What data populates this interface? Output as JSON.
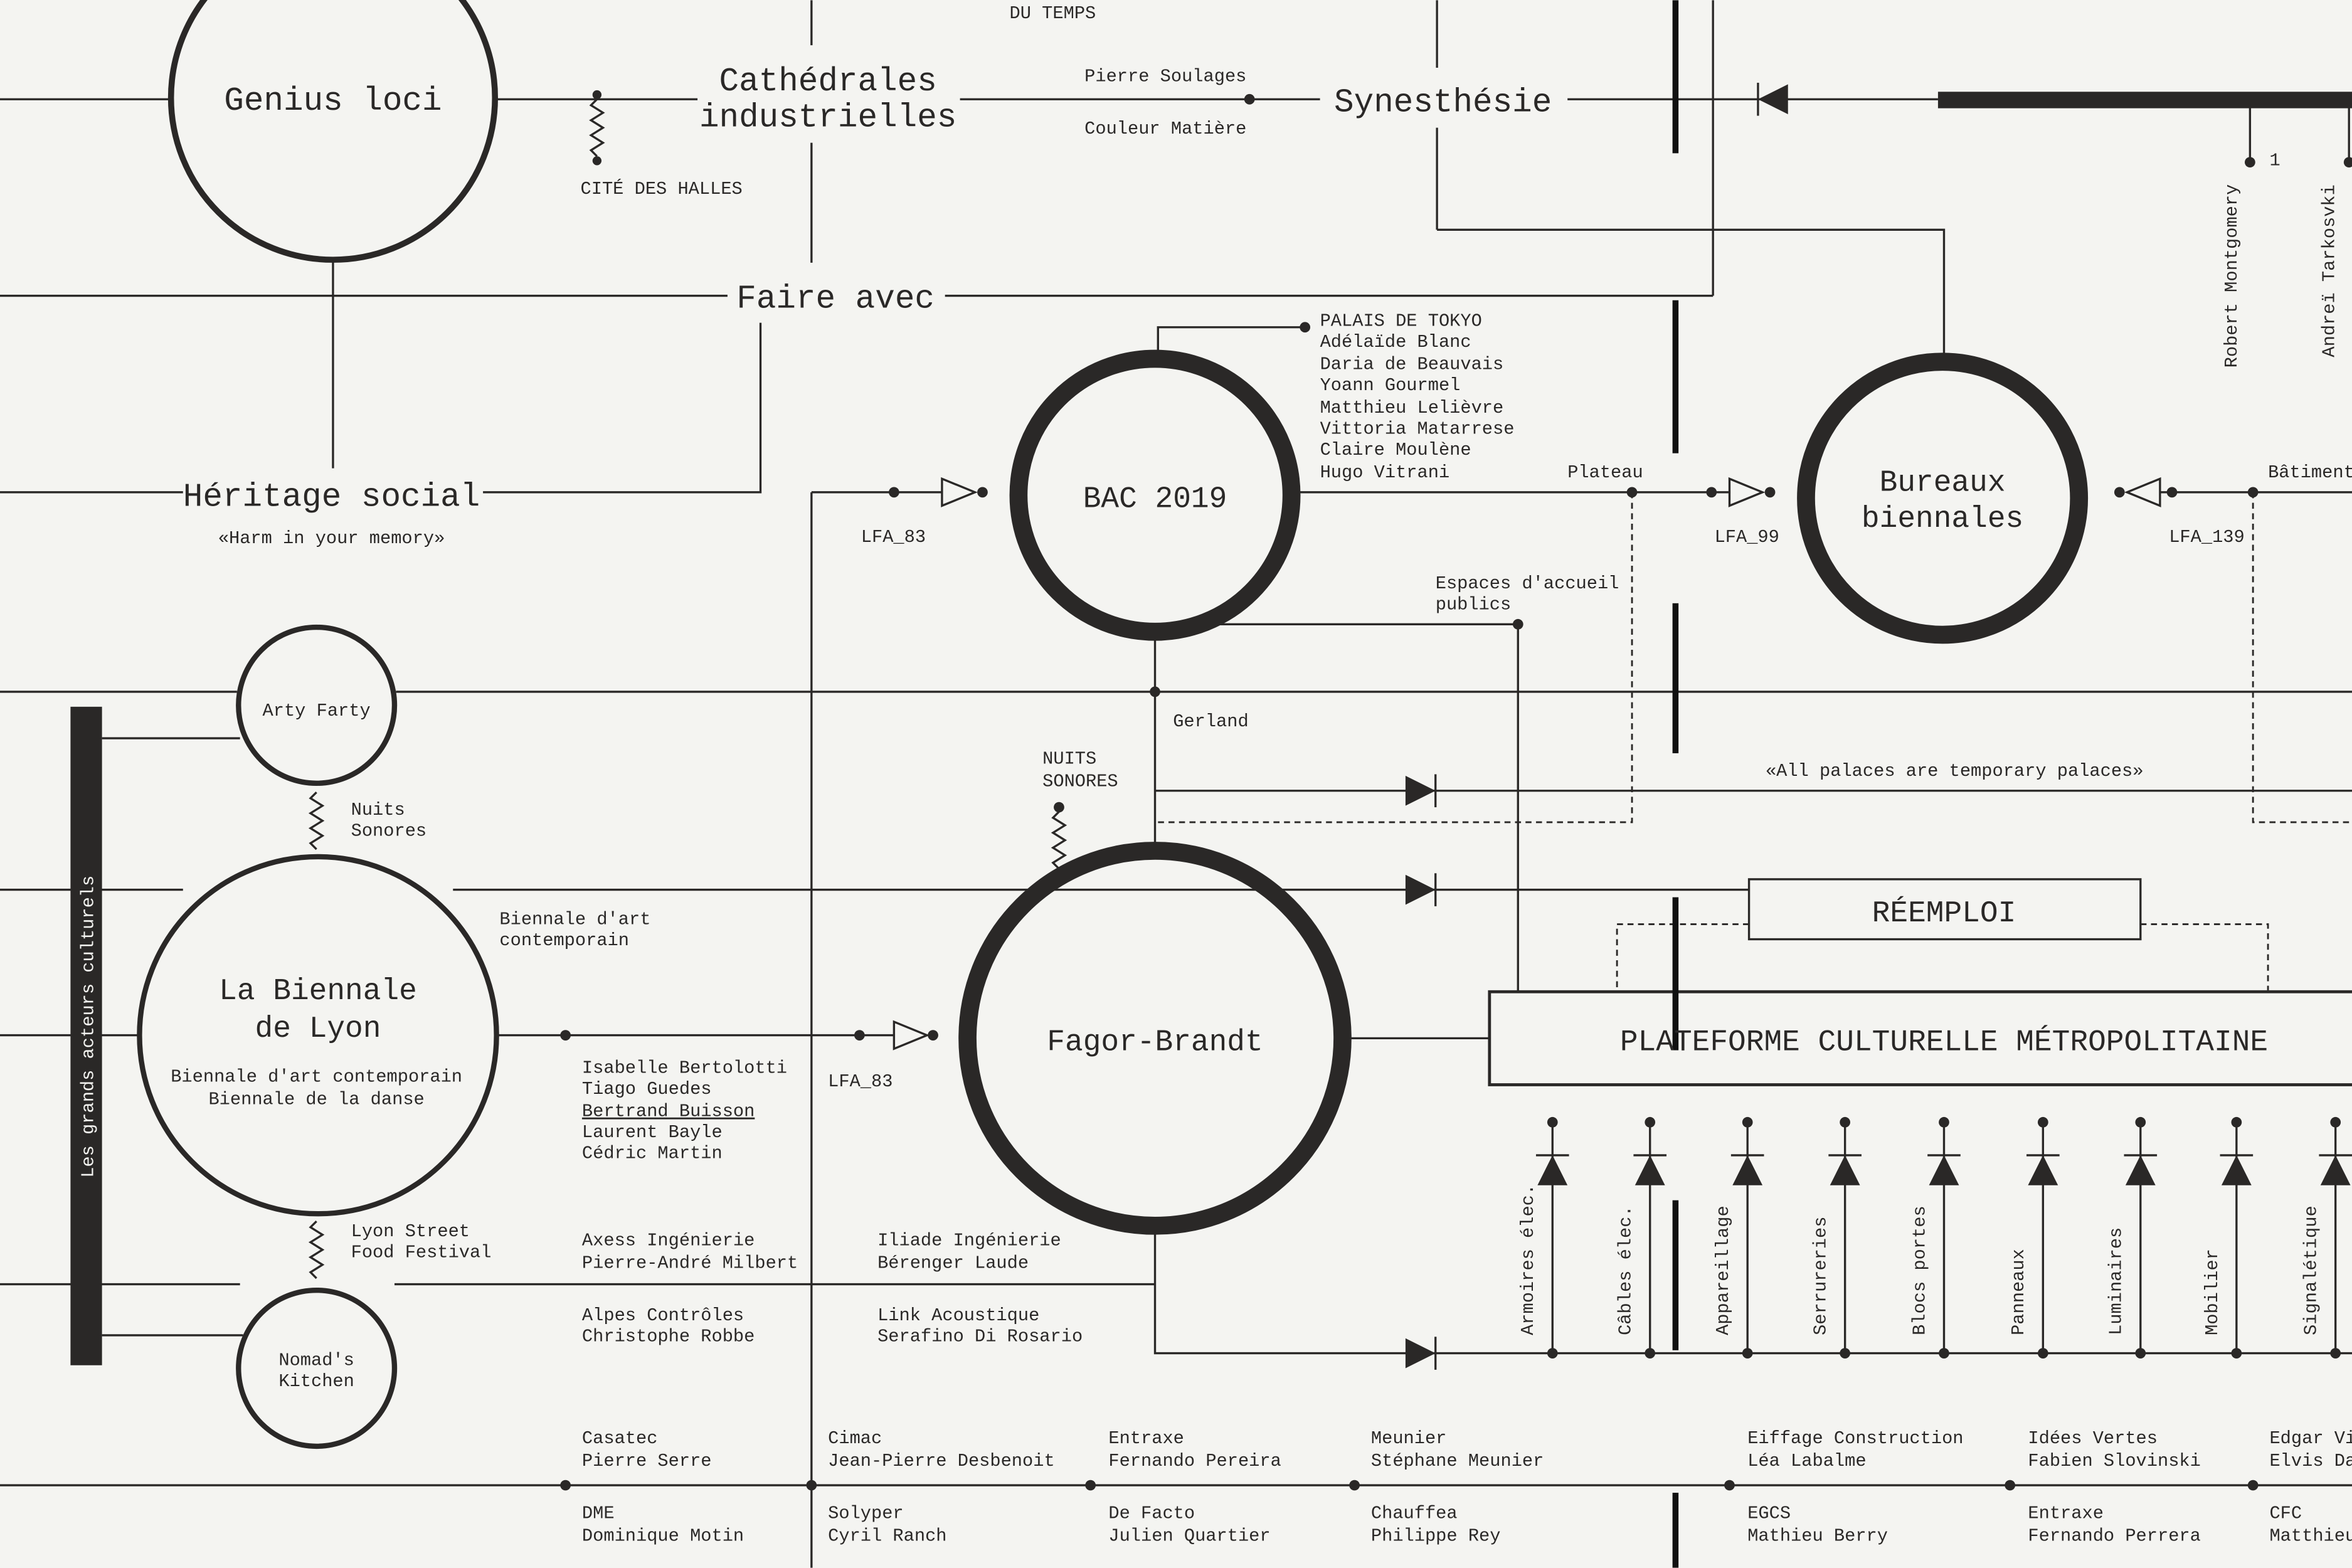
{
  "top": {
    "du_temps": "DU TEMPS",
    "cite_des_halles": "CITÉ DES HALLES"
  },
  "nodes": {
    "genius_loci": "Genius loci",
    "cathedrales_1": "Cathédrales",
    "cathedrales_2": "industrielles",
    "synesthesie": "Synesthésie",
    "faire_avec": "Faire avec",
    "heritage_social": "Héritage social",
    "heritage_quote": "«Harm in your memory»",
    "bac": "BAC 2019",
    "bureaux_1": "Bureaux",
    "bureaux_2": "biennales",
    "arty_farty": "Arty Farty",
    "biennale_1": "La Biennale",
    "biennale_2": "de Lyon",
    "biennale_sub_1": "Biennale d'art contemporain",
    "biennale_sub_2": "Biennale de la danse",
    "fagor": "Fagor-Brandt",
    "nomads_1": "Nomad's",
    "nomads_2": "Kitchen",
    "reemploi": "RÉEMPLOI",
    "plateforme": "PLATEFORME CULTURELLE MÉTROPOLITAINE"
  },
  "labels": {
    "pierre_soulages": "Pierre Soulages",
    "couleur_matiere": "Couleur Matière",
    "plateau": "Plateau",
    "batiment": "Bâtiment",
    "lfa_83_top": "LFA_83",
    "lfa_99": "LFA_99",
    "lfa_139": "LFA_139",
    "lfa_83_mid": "LFA_83",
    "espaces_1": "Espaces d'accueil",
    "espaces_2": "publics",
    "gerland": "Gerland",
    "nuits_sonores_1": "Nuits",
    "nuits_sonores_2": "Sonores",
    "nuits_caps_1": "NUITS",
    "nuits_caps_2": "SONORES",
    "palaces": "«All palaces are temporary palaces»",
    "biennale_art_1": "Biennale d'art",
    "biennale_art_2": "contemporain",
    "street_food_1": "Lyon Street",
    "street_food_2": "Food Festival",
    "sidebar": "Les grands acteurs culturels",
    "one": "1",
    "robert": "Robert Montgomery",
    "andrei": "Andreï Tarkosvki"
  },
  "palais_list": [
    "PALAIS DE TOKYO",
    "Adélaïde Blanc",
    "Daria de Beauvais",
    "Yoann Gourmel",
    "Matthieu Lelièvre",
    "Vittoria Matarrese",
    "Claire Moulène",
    "Hugo Vitrani"
  ],
  "biennale_people": [
    "Isabelle Bertolotti",
    "Tiago Guedes",
    "Bertrand Buisson",
    "Laurent Bayle",
    "Cédric Martin"
  ],
  "partners": [
    [
      "Axess Ingénierie",
      "Pierre-André Milbert"
    ],
    [
      "Alpes Contrôles",
      "Christophe Robbe"
    ],
    [
      "Iliade Ingénierie",
      "Bérenger Laude"
    ],
    [
      "Link Acoustique",
      "Serafino Di Rosario"
    ]
  ],
  "materials": [
    "Armoires élec.",
    "Câbles élec.",
    "Appareillage",
    "Serrureries",
    "Blocs portes",
    "Panneaux",
    "Luminaires",
    "Mobilier",
    "Signalétique"
  ],
  "bottom_top": [
    [
      "Casatec",
      "Pierre Serre"
    ],
    [
      "Cimac",
      "Jean-Pierre Desbenoit"
    ],
    [
      "Entraxe",
      "Fernando Pereira"
    ],
    [
      "Meunier",
      "Stéphane Meunier"
    ],
    [
      "Eiffage Construction",
      "Léa Labalme"
    ],
    [
      "Idées Vertes",
      "Fabien Slovinski"
    ],
    [
      "Edgar Vi",
      "Elvis Da"
    ]
  ],
  "bottom_bottom": [
    [
      "DME",
      "Dominique Motin"
    ],
    [
      "Solyper",
      "Cyril Ranch"
    ],
    [
      "De Facto",
      "Julien Quartier"
    ],
    [
      "Chauffea",
      "Philippe Rey"
    ],
    [
      "EGCS",
      "Mathieu Berry"
    ],
    [
      "Entraxe",
      "Fernando Perrera"
    ],
    [
      "CFC",
      "Matthieu"
    ]
  ]
}
